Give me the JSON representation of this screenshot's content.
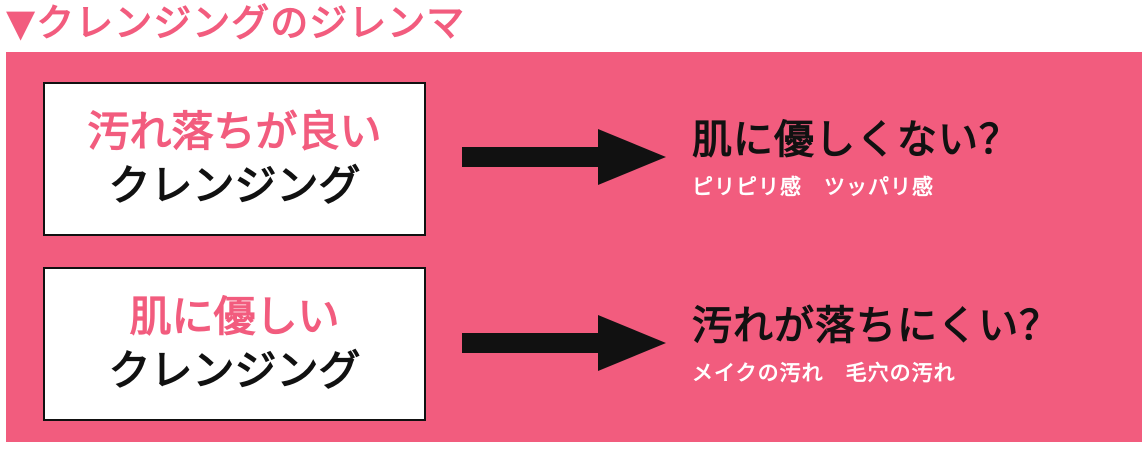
{
  "heading": "▼クレンジングのジレンマ",
  "rows": [
    {
      "box_top": "汚れ落ちが良い",
      "box_bottom": "クレンジング",
      "result_main": "肌に優しくない？",
      "result_sub": "ピリピリ感　ツッパリ感"
    },
    {
      "box_top": "肌に優しい",
      "box_bottom": "クレンジング",
      "result_main": "汚れが落ちにくい？",
      "result_sub": "メイクの汚れ　毛穴の汚れ"
    }
  ],
  "colors": {
    "accent": "#f25c7e",
    "text": "#111111",
    "box_background": "#ffffff"
  },
  "icons": {
    "arrow": "right-arrow-icon"
  }
}
